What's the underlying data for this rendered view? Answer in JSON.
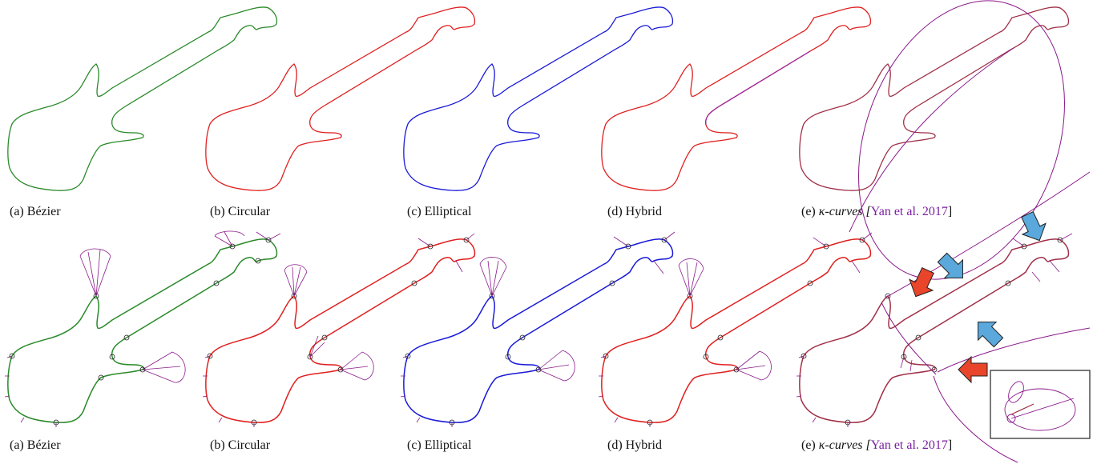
{
  "colors": {
    "bezier": "#2a8a2a",
    "circular": "#e02020",
    "elliptical": "#1a1ad8",
    "hybrid_red": "#e02020",
    "hybrid_purple": "#9a2aa0",
    "kappa_curve": "#a03048",
    "comb": "#8a1a8a",
    "arrow_red": "#e8452a",
    "arrow_blue": "#5aa8dc",
    "node": "#222222"
  },
  "top_row": [
    {
      "letter": "(a)",
      "name": "Bézier",
      "color_key": "bezier"
    },
    {
      "letter": "(b)",
      "name": "Circular",
      "color_key": "circular"
    },
    {
      "letter": "(c)",
      "name": "Elliptical",
      "color_key": "elliptical"
    },
    {
      "letter": "(d)",
      "name": "Hybrid",
      "color_key": "hybrid_red"
    },
    {
      "letter": "(e)",
      "name": "κ-curves [",
      "cite": "Yan et al. 2017",
      "close": "]",
      "color_key": "kappa_curve"
    }
  ],
  "bottom_row": [
    {
      "letter": "(a)",
      "name": "Bézier",
      "color_key": "bezier"
    },
    {
      "letter": "(b)",
      "name": "Circular",
      "color_key": "circular"
    },
    {
      "letter": "(c)",
      "name": "Elliptical",
      "color_key": "elliptical"
    },
    {
      "letter": "(d)",
      "name": "Hybrid",
      "color_key": "hybrid_red"
    },
    {
      "letter": "(e)",
      "name": "κ-curves [",
      "cite": "Yan et al. 2017",
      "close": "]",
      "color_key": "kappa_curve"
    }
  ],
  "icons": {
    "red_arrow_count": 2,
    "blue_arrow_count": 3,
    "inset": "zoomed-out-overview-icon"
  }
}
